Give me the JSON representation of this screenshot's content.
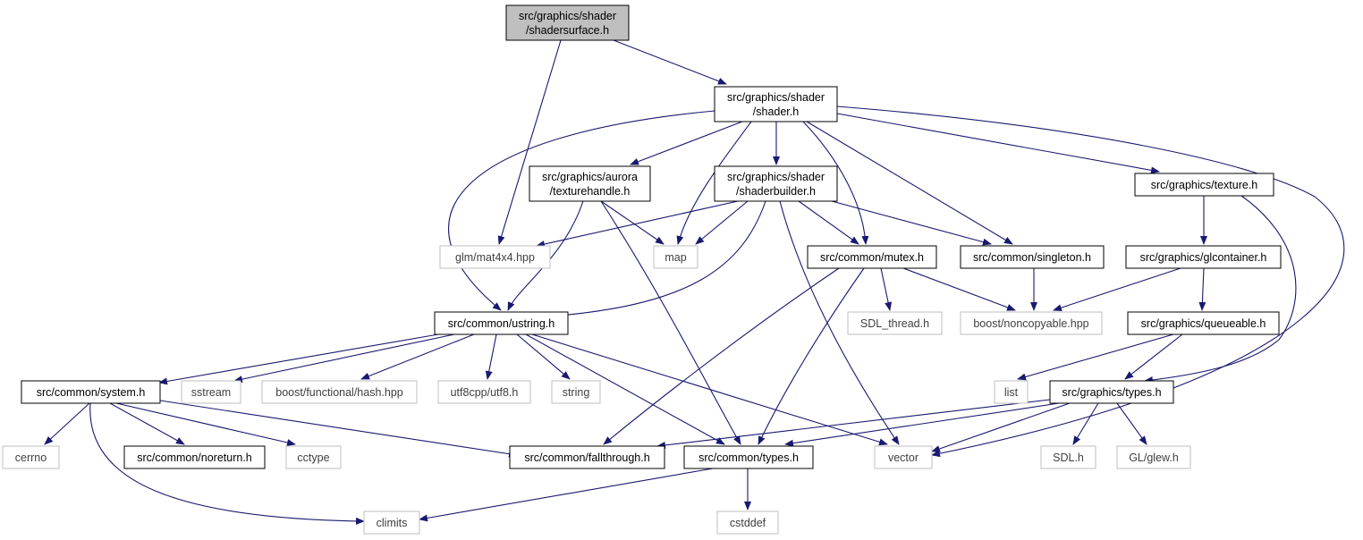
{
  "colors": {
    "edge": "#191970",
    "node_border": "#000000",
    "external_border": "#bfbfbf",
    "root_fill": "#bfbfbf",
    "node_fill": "#ffffff"
  },
  "nodes": [
    {
      "id": "shadersurface",
      "lines": [
        "src/graphics/shader",
        "/shadersurface.h"
      ],
      "kind": "root"
    },
    {
      "id": "shader",
      "lines": [
        "src/graphics/shader",
        "/shader.h"
      ],
      "kind": "internal"
    },
    {
      "id": "texturehandle",
      "lines": [
        "src/graphics/aurora",
        "/texturehandle.h"
      ],
      "kind": "internal"
    },
    {
      "id": "shaderbuilder",
      "lines": [
        "src/graphics/shader",
        "/shaderbuilder.h"
      ],
      "kind": "internal"
    },
    {
      "id": "texture",
      "lines": [
        "src/graphics/texture.h"
      ],
      "kind": "internal"
    },
    {
      "id": "mat4x4",
      "lines": [
        "glm/mat4x4.hpp"
      ],
      "kind": "external"
    },
    {
      "id": "map",
      "lines": [
        "map"
      ],
      "kind": "external"
    },
    {
      "id": "mutex",
      "lines": [
        "src/common/mutex.h"
      ],
      "kind": "internal"
    },
    {
      "id": "singleton",
      "lines": [
        "src/common/singleton.h"
      ],
      "kind": "internal"
    },
    {
      "id": "glcontainer",
      "lines": [
        "src/graphics/glcontainer.h"
      ],
      "kind": "internal"
    },
    {
      "id": "ustring",
      "lines": [
        "src/common/ustring.h"
      ],
      "kind": "internal"
    },
    {
      "id": "sdl_thread",
      "lines": [
        "SDL_thread.h"
      ],
      "kind": "external"
    },
    {
      "id": "noncopyable",
      "lines": [
        "boost/noncopyable.hpp"
      ],
      "kind": "external"
    },
    {
      "id": "queueable",
      "lines": [
        "src/graphics/queueable.h"
      ],
      "kind": "internal"
    },
    {
      "id": "system",
      "lines": [
        "src/common/system.h"
      ],
      "kind": "internal"
    },
    {
      "id": "sstream",
      "lines": [
        "sstream"
      ],
      "kind": "external"
    },
    {
      "id": "hash",
      "lines": [
        "boost/functional/hash.hpp"
      ],
      "kind": "external"
    },
    {
      "id": "utf8",
      "lines": [
        "utf8cpp/utf8.h"
      ],
      "kind": "external"
    },
    {
      "id": "string",
      "lines": [
        "string"
      ],
      "kind": "external"
    },
    {
      "id": "list",
      "lines": [
        "list"
      ],
      "kind": "external"
    },
    {
      "id": "gtypes",
      "lines": [
        "src/graphics/types.h"
      ],
      "kind": "internal"
    },
    {
      "id": "cerrno",
      "lines": [
        "cerrno"
      ],
      "kind": "external"
    },
    {
      "id": "noreturn",
      "lines": [
        "src/common/noreturn.h"
      ],
      "kind": "internal"
    },
    {
      "id": "cctype",
      "lines": [
        "cctype"
      ],
      "kind": "external"
    },
    {
      "id": "fallthrough",
      "lines": [
        "src/common/fallthrough.h"
      ],
      "kind": "internal"
    },
    {
      "id": "ctypes",
      "lines": [
        "src/common/types.h"
      ],
      "kind": "internal"
    },
    {
      "id": "vector",
      "lines": [
        "vector"
      ],
      "kind": "external"
    },
    {
      "id": "sdl",
      "lines": [
        "SDL.h"
      ],
      "kind": "external"
    },
    {
      "id": "glew",
      "lines": [
        "GL/glew.h"
      ],
      "kind": "external"
    },
    {
      "id": "climits",
      "lines": [
        "climits"
      ],
      "kind": "external"
    },
    {
      "id": "cstddef",
      "lines": [
        "cstddef"
      ],
      "kind": "external"
    }
  ],
  "edges": [
    {
      "from": "shadersurface",
      "to": "shader"
    },
    {
      "from": "shadersurface",
      "to": "mat4x4"
    },
    {
      "from": "shader",
      "to": "texturehandle"
    },
    {
      "from": "shader",
      "to": "shaderbuilder"
    },
    {
      "from": "shader",
      "to": "texture"
    },
    {
      "from": "shader",
      "to": "map"
    },
    {
      "from": "shader",
      "to": "mutex"
    },
    {
      "from": "shader",
      "to": "singleton"
    },
    {
      "from": "shader",
      "to": "ustring"
    },
    {
      "from": "shader",
      "to": "vector"
    },
    {
      "from": "texturehandle",
      "to": "map"
    },
    {
      "from": "texturehandle",
      "to": "ustring"
    },
    {
      "from": "texturehandle",
      "to": "ctypes"
    },
    {
      "from": "shaderbuilder",
      "to": "mat4x4"
    },
    {
      "from": "shaderbuilder",
      "to": "map"
    },
    {
      "from": "shaderbuilder",
      "to": "mutex"
    },
    {
      "from": "shaderbuilder",
      "to": "singleton"
    },
    {
      "from": "shaderbuilder",
      "to": "ustring"
    },
    {
      "from": "shaderbuilder",
      "to": "vector"
    },
    {
      "from": "texture",
      "to": "glcontainer"
    },
    {
      "from": "texture",
      "to": "gtypes"
    },
    {
      "from": "mutex",
      "to": "sdl_thread"
    },
    {
      "from": "mutex",
      "to": "noncopyable"
    },
    {
      "from": "mutex",
      "to": "fallthrough"
    },
    {
      "from": "mutex",
      "to": "ctypes"
    },
    {
      "from": "singleton",
      "to": "noncopyable"
    },
    {
      "from": "glcontainer",
      "to": "noncopyable"
    },
    {
      "from": "glcontainer",
      "to": "queueable"
    },
    {
      "from": "queueable",
      "to": "list"
    },
    {
      "from": "queueable",
      "to": "gtypes"
    },
    {
      "from": "ustring",
      "to": "system"
    },
    {
      "from": "ustring",
      "to": "sstream"
    },
    {
      "from": "ustring",
      "to": "hash"
    },
    {
      "from": "ustring",
      "to": "utf8"
    },
    {
      "from": "ustring",
      "to": "string"
    },
    {
      "from": "ustring",
      "to": "ctypes"
    },
    {
      "from": "ustring",
      "to": "vector"
    },
    {
      "from": "system",
      "to": "cerrno"
    },
    {
      "from": "system",
      "to": "noreturn"
    },
    {
      "from": "system",
      "to": "cctype"
    },
    {
      "from": "system",
      "to": "fallthrough"
    },
    {
      "from": "system",
      "to": "climits"
    },
    {
      "from": "gtypes",
      "to": "fallthrough"
    },
    {
      "from": "gtypes",
      "to": "ctypes"
    },
    {
      "from": "gtypes",
      "to": "vector"
    },
    {
      "from": "gtypes",
      "to": "sdl"
    },
    {
      "from": "gtypes",
      "to": "glew"
    },
    {
      "from": "ctypes",
      "to": "climits"
    },
    {
      "from": "ctypes",
      "to": "cstddef"
    }
  ]
}
